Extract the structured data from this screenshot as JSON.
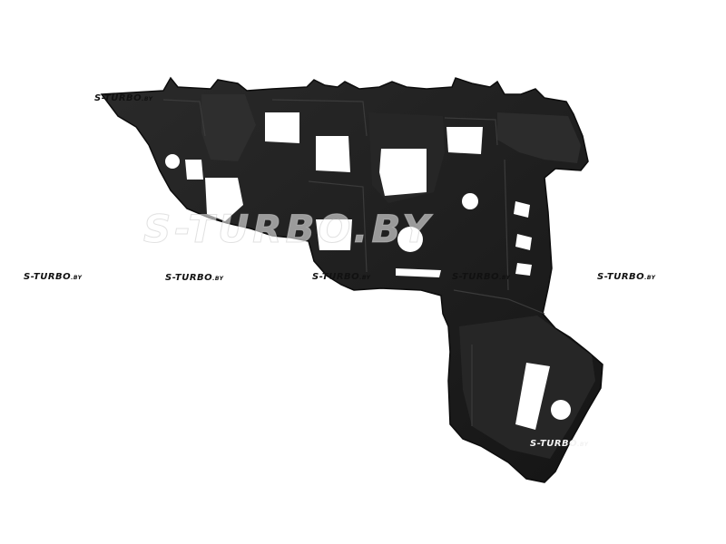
{
  "image": {
    "subject": "black plastic bumper mounting bracket",
    "background_color": "#ffffff",
    "part_color": "#1c1c1c",
    "highlight_color": "#3a3a3a"
  },
  "watermarks": {
    "large": "S-TURBO.BY",
    "small": [
      {
        "brand": "S-TURBO",
        "tld": ".BY"
      },
      {
        "brand": "S-TURBO",
        "tld": ".BY"
      },
      {
        "brand": "S-TURBO",
        "tld": ".BY"
      },
      {
        "brand": "S-TURBO",
        "tld": ".BY"
      },
      {
        "brand": "S-TURBO",
        "tld": ".BY"
      },
      {
        "brand": "S-TURBO",
        "tld": ".BY"
      },
      {
        "brand": "S-TURBO",
        "tld": ".BY"
      }
    ]
  }
}
